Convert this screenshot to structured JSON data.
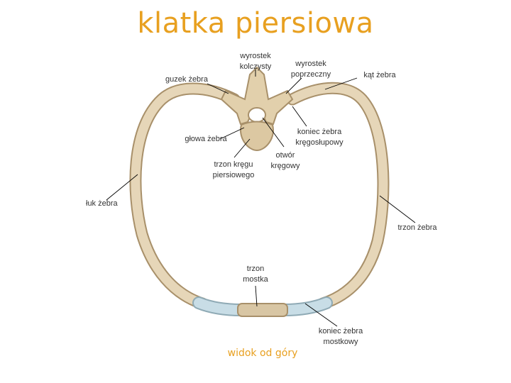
{
  "title": "klatka piersiowa",
  "caption": "widok od góry",
  "labels": {
    "spinous_process": "wyrostek\nkolczysty",
    "transverse_process": "wyrostek\npoprzeczny",
    "rib_angle": "kąt żebra",
    "rib_tubercle": "guzek żebra",
    "vertebral_end": "koniec żebra\nkręgosłupowy",
    "rib_head": "głowa żebra",
    "vertebral_body": "trzon kręgu\npiersiowego",
    "vertebral_foramen": "otwór\nkręgowy",
    "rib_arch": "łuk żebra",
    "rib_shaft": "trzon żebra",
    "sternum_body": "trzon\nmostka",
    "sternal_end": "koniec żebra\nmostkowy"
  },
  "colors": {
    "title": "#e8a020",
    "bone_outline": "#a8906a",
    "bone_fill": "#e6d6b8",
    "cartilage": "#c8dde6",
    "leader_line": "#000000"
  }
}
